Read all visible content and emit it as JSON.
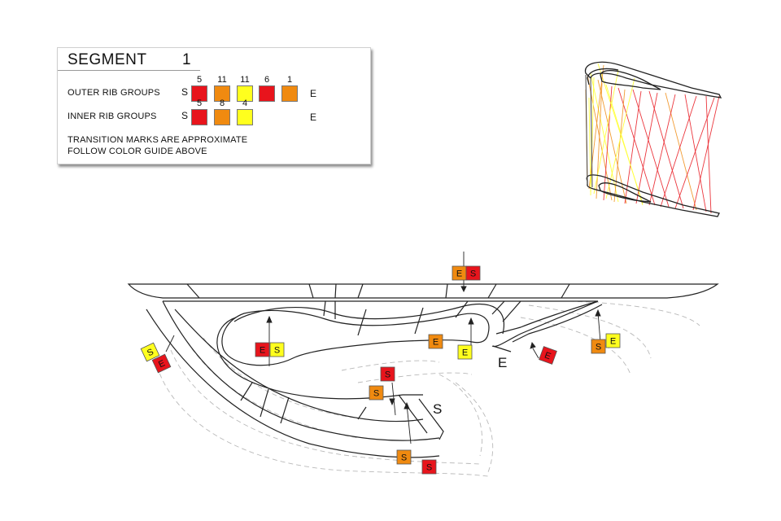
{
  "legend": {
    "title": "SEGMENT",
    "segment_number": "1",
    "outer": {
      "label": "OUTER RIB GROUPS",
      "start": "S",
      "end": "E",
      "groups": [
        {
          "count": "5",
          "color": "#e8141c"
        },
        {
          "count": "11",
          "color": "#f08a10"
        },
        {
          "count": "11",
          "color": "#ffff1e"
        },
        {
          "count": "6",
          "color": "#e8141c"
        },
        {
          "count": "1",
          "color": "#f08a10"
        }
      ]
    },
    "inner": {
      "label": "INNER RIB GROUPS",
      "start": "S",
      "end": "E",
      "groups": [
        {
          "count": "5",
          "color": "#e8141c"
        },
        {
          "count": "8",
          "color": "#f08a10"
        },
        {
          "count": "4",
          "color": "#ffff1e"
        }
      ]
    },
    "note_line1": "TRANSITION MARKS ARE APPROXIMATE",
    "note_line2": "FOLLOW COLOR GUIDE ABOVE"
  },
  "colors": {
    "red": "#e8141c",
    "orange": "#f08a10",
    "yellow": "#ffff1e",
    "outline": "#222222",
    "ghost": "#b5b5b5"
  },
  "diagram": {
    "marker_texts": {
      "start": "S",
      "end": "E"
    },
    "start_label": "S",
    "end_label": "E"
  }
}
